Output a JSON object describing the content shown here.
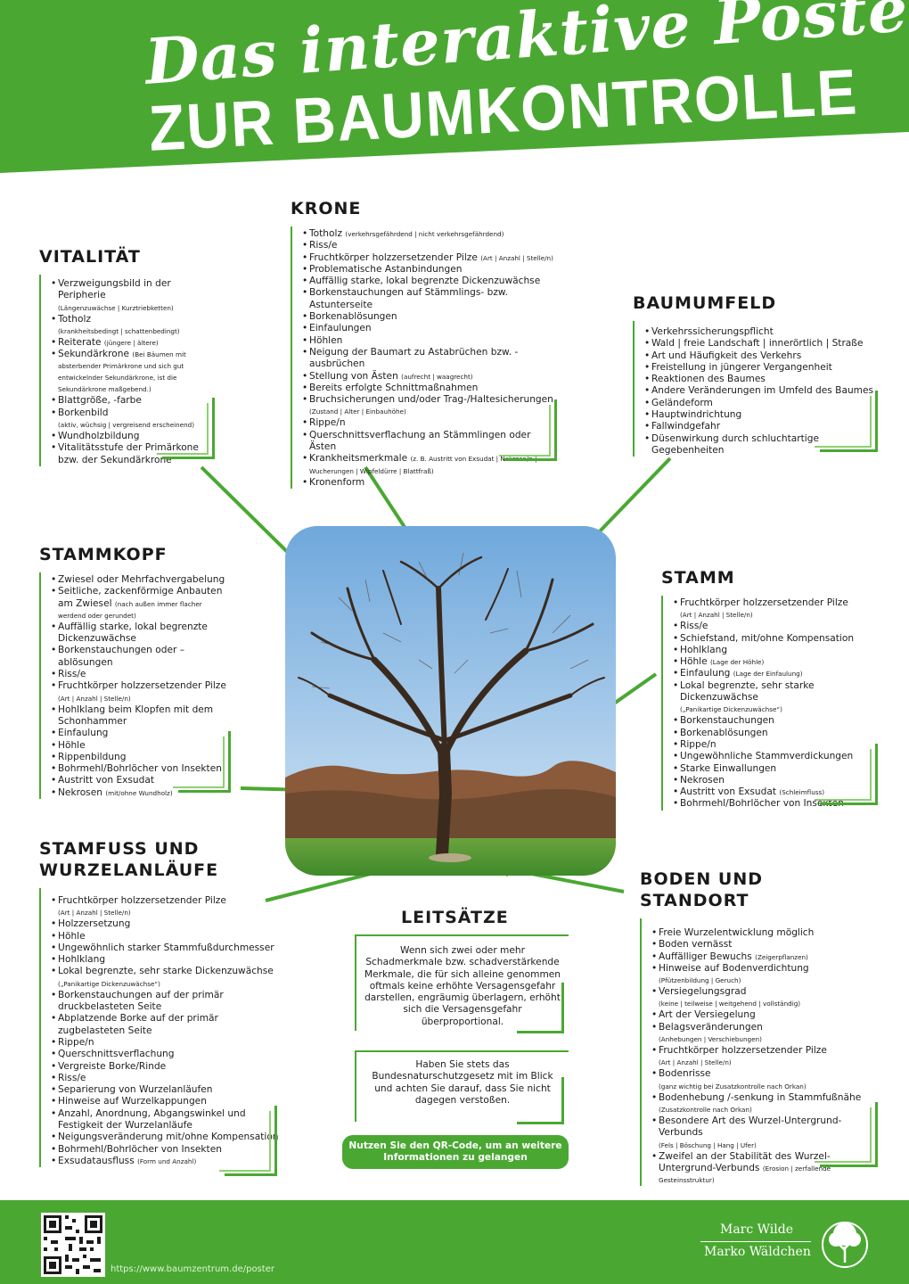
{
  "header": {
    "title_script": "Das interaktive Poster",
    "title_caps": "ZUR BAUMKONTROLLE"
  },
  "colors": {
    "green": "#4aa832",
    "light_green": "#8fcf72"
  },
  "vitalitaet": {
    "title": "VITALITÄT",
    "items": [
      {
        "t": "Verzweigungsbild in der Peripherie",
        "s": "(Längenzuwächse | Kurztriebketten)"
      },
      {
        "t": "Totholz",
        "s": "(krankheitsbedingt | schattenbedingt)"
      },
      {
        "t": "Reiterate",
        "r": "(jüngere | ältere)"
      },
      {
        "t": "Sekundärkrone",
        "r": "(Bei Bäumen mit",
        "s": "absterbender Primärkrone und sich gut entwickelnder Sekundärkrone, ist die Sekundärkrone maßgebend.)"
      },
      {
        "t": "Blattgröße, -farbe"
      },
      {
        "t": "Borkenbild",
        "s": "(aktiv, wüchsig | vergreisend erscheinend)"
      },
      {
        "t": "Wundholzbildung"
      },
      {
        "t": "Vitalitätsstufe der Primärkone bzw. der Sekundärkrone"
      }
    ]
  },
  "krone": {
    "title": "KRONE",
    "items": [
      {
        "t": "Totholz",
        "r": "(verkehrsgefährdend | nicht verkehrsgefährdend)"
      },
      {
        "t": "Riss/e"
      },
      {
        "t": "Fruchtkörper holzzersetzender Pilze",
        "r": "(Art | Anzahl | Stelle/n)"
      },
      {
        "t": "Problematische Astanbindungen"
      },
      {
        "t": "Auffällig starke, lokal begrenzte Dickenzuwächse"
      },
      {
        "t": "Borkenstauchungen auf Stämmlings- bzw. Astunterseite"
      },
      {
        "t": "Borkenablösungen"
      },
      {
        "t": "Einfaulungen"
      },
      {
        "t": "Höhlen"
      },
      {
        "t": "Neigung der Baumart zu Astabrüchen bzw. -ausbrüchen"
      },
      {
        "t": "Stellung von Ästen",
        "r": "(aufrecht | waagrecht)"
      },
      {
        "t": "Bereits erfolgte Schnittmaßnahmen"
      },
      {
        "t": "Bruchsicherungen und/oder Trag-/Haltesicherungen",
        "s": "(Zustand | Alter | Einbauhöhe)"
      },
      {
        "t": "Rippe/n"
      },
      {
        "t": "Querschnittsverflachung an Stämmlingen oder Ästen"
      },
      {
        "t": "Krankheitsmerkmale",
        "r": "(z. B. Austritt von Exsudat | Nekrose/n |",
        "s": "Wucherungen | Wipfeldürre | Blattfraß)"
      },
      {
        "t": "Kronenform"
      }
    ]
  },
  "baumumfeld": {
    "title": "BAUMUMFELD",
    "items": [
      {
        "t": "Verkehrssicherungspflicht"
      },
      {
        "t": "Wald | freie Landschaft | innerörtlich | Straße"
      },
      {
        "t": "Art und Häufigkeit des Verkehrs"
      },
      {
        "t": "Freistellung in jüngerer Vergangenheit"
      },
      {
        "t": "Reaktionen des Baumes"
      },
      {
        "t": "Andere Veränderungen im Umfeld des Baumes"
      },
      {
        "t": "Geländeform"
      },
      {
        "t": "Hauptwindrichtung"
      },
      {
        "t": "Fallwindgefahr"
      },
      {
        "t": "Düsenwirkung durch schluchtartige Gegebenheiten"
      }
    ]
  },
  "stammkopf": {
    "title": "STAMMKOPF",
    "items": [
      {
        "t": "Zwiesel oder Mehrfachvergabelung"
      },
      {
        "t": "Seitliche, zackenförmige Anbauten am Zwiesel",
        "r": "(nach außen immer flacher",
        "s": "werdend oder gerundet)"
      },
      {
        "t": "Auffällig starke, lokal begrenzte Dickenzuwächse"
      },
      {
        "t": "Borkenstauchungen oder –ablösungen"
      },
      {
        "t": "Riss/e"
      },
      {
        "t": "Fruchtkörper holzzersetzender Pilze",
        "s": "(Art | Anzahl | Stelle/n)"
      },
      {
        "t": "Hohlklang beim Klopfen mit dem Schonhammer"
      },
      {
        "t": "Einfaulung"
      },
      {
        "t": "Höhle"
      },
      {
        "t": "Rippenbildung"
      },
      {
        "t": "Bohrmehl/Bohrlöcher von Insekten"
      },
      {
        "t": "Austritt von Exsudat"
      },
      {
        "t": "Nekrosen",
        "r": "(mit/ohne Wundholz)"
      }
    ]
  },
  "stamm": {
    "title": "STAMM",
    "items": [
      {
        "t": "Fruchtkörper holzzersetzender Pilze",
        "s": "(Art | Anzahl | Stelle/n)"
      },
      {
        "t": "Riss/e"
      },
      {
        "t": "Schiefstand, mit/ohne Kompensation"
      },
      {
        "t": "Hohlklang"
      },
      {
        "t": "Höhle",
        "r": "(Lage der Höhle)"
      },
      {
        "t": "Einfaulung",
        "r": "(Lage der Einfaulung)"
      },
      {
        "t": "Lokal begrenzte, sehr starke Dickenzuwächse",
        "s": "(„Panikartige Dickenzuwächse“)"
      },
      {
        "t": "Borkenstauchungen"
      },
      {
        "t": "Borkenablösungen"
      },
      {
        "t": "Rippe/n"
      },
      {
        "t": "Ungewöhnliche Stammverdickungen"
      },
      {
        "t": "Starke Einwallungen"
      },
      {
        "t": "Nekrosen"
      },
      {
        "t": "Austritt von Exsudat",
        "r": "(Schleimfluss)"
      },
      {
        "t": "Bohrmehl/Bohrlöcher von Insekten"
      }
    ]
  },
  "stammfuss": {
    "title1": "STAMFUSS UND",
    "title2": "WURZELANLÄUFE",
    "items": [
      {
        "t": "Fruchtkörper holzzersetzender Pilze",
        "s": "(Art | Anzahl | Stelle/n)"
      },
      {
        "t": "Holzzersetzung"
      },
      {
        "t": "Höhle"
      },
      {
        "t": "Ungewöhnlich starker Stammfußdurchmesser"
      },
      {
        "t": "Hohlklang"
      },
      {
        "t": "Lokal begrenzte, sehr starke Dickenzuwächse",
        "s": "(„Panikartige Dickenzuwächse“)"
      },
      {
        "t": "Borkenstauchungen auf der primär druckbelasteten Seite"
      },
      {
        "t": "Abplatzende Borke auf der primär zugbelasteten Seite"
      },
      {
        "t": "Rippe/n"
      },
      {
        "t": "Querschnittsverflachung"
      },
      {
        "t": "Vergreiste Borke/Rinde"
      },
      {
        "t": "Riss/e"
      },
      {
        "t": "Separierung von Wurzelanläufen"
      },
      {
        "t": "Hinweise auf Wurzelkappungen"
      },
      {
        "t": "Anzahl, Anordnung, Abgangswinkel und Festigkeit der Wurzelanläufe"
      },
      {
        "t": "Neigungsveränderung mit/ohne Kompensation"
      },
      {
        "t": "Bohrmehl/Bohrlöcher von Insekten"
      },
      {
        "t": "Exsudatausfluss",
        "r": "(Form und Anzahl)"
      }
    ]
  },
  "boden": {
    "title1": "BODEN UND",
    "title2": "STANDORT",
    "items": [
      {
        "t": "Freie Wurzelentwicklung möglich"
      },
      {
        "t": "Boden vernässt"
      },
      {
        "t": "Auffälliger Bewuchs",
        "r": "(Zeigerpflanzen)"
      },
      {
        "t": "Hinweise auf Bodenverdichtung",
        "s": "(Pfützenbildung | Geruch)"
      },
      {
        "t": "Versiegelungsgrad",
        "s": "(keine | teilweise | weitgehend | vollständig)"
      },
      {
        "t": "Art der Versiegelung"
      },
      {
        "t": "Belagsveränderungen",
        "s": "(Anhebungen | Verschiebungen)"
      },
      {
        "t": "Fruchtkörper holzzersetzender Pilze",
        "s": "(Art | Anzahl | Stelle/n)"
      },
      {
        "t": "Bodenrisse",
        "s": "(ganz wichtig bei Zusatzkontrolle nach Orkan)"
      },
      {
        "t": "Bodenhebung /-senkung in Stammfußnähe",
        "s": "(Zusatzkontrolle nach Orkan)"
      },
      {
        "t": "Besondere Art des Wurzel-Untergrund-Verbunds",
        "s": "(Fels | Böschung | Hang | Ufer)"
      },
      {
        "t": "Zweifel an der Stabilität des Wurzel-Untergrund-Verbunds",
        "r": "(Erosion | zerfallende Gesteinsstruktur)"
      }
    ]
  },
  "leitsaetze": {
    "title": "LEITSÄTZE",
    "text1": "Wenn sich zwei oder mehr Schadmerkmale bzw. schadverstärkende Merkmale, die für sich alleine genommen oftmals keine erhöhte Versagensgefahr darstellen, engräumig überlagern, erhöht sich die Versagensgefahr überproportional.",
    "text2": "Haben Sie stets das Bundesnaturschutzgesetz mit im Blick und achten Sie darauf, dass Sie nicht dagegen verstoßen."
  },
  "qr_button": "Nutzen Sie den QR-Code, um an weitere Informationen zu gelangen",
  "footer": {
    "url": "https://www.baumzentrum.de/poster",
    "name1": "Marc Wilde",
    "name2": "Marko Wäldchen",
    "logo_icon": "tree-logo-icon",
    "qr_icon": "qr-code-icon"
  }
}
